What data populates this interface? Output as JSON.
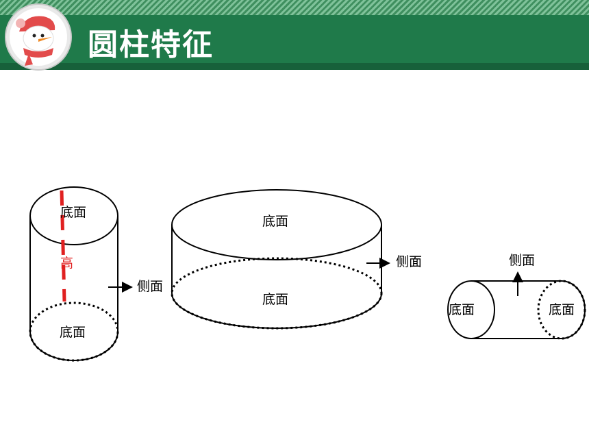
{
  "header": {
    "title": "圆柱特征",
    "logo_icon": "snowman-icon",
    "band_color": "#1f7a4a",
    "stripe_colors": [
      "#3f8f5f",
      "#7fc29a"
    ]
  },
  "diagram": {
    "cylinder_tall": {
      "top_label": "底面",
      "bottom_label": "底面",
      "height_label": "高",
      "side_label": "侧面",
      "height_line_color": "#e02020"
    },
    "cylinder_wide": {
      "top_label": "底面",
      "bottom_label": "底面",
      "side_label": "侧面"
    },
    "cylinder_horizontal": {
      "left_label": "底面",
      "right_label": "底面",
      "side_label": "侧面"
    }
  }
}
